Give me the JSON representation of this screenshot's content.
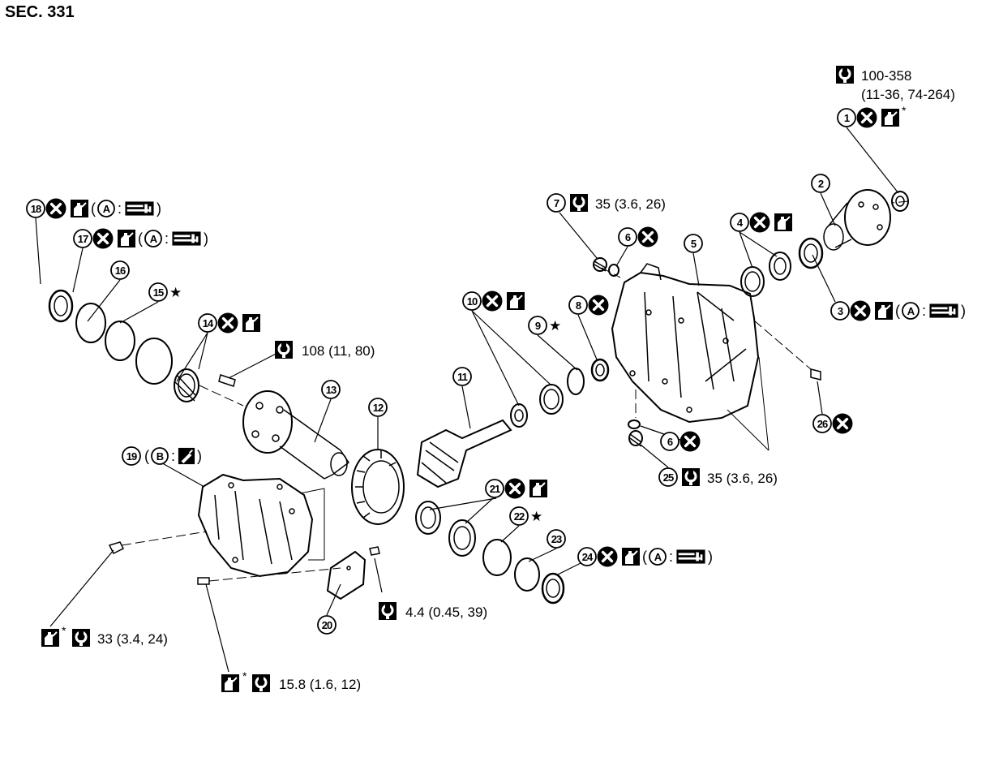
{
  "section_title": "SEC. 331",
  "icons": {
    "torque": "torque-wrench-icon",
    "do_not_reuse": "circle-x-icon",
    "lubricate": "oil-can-icon",
    "tool_a": "seal-drift-tool-icon",
    "sealant_b": "sealant-tube-icon"
  },
  "callouts": [
    {
      "number": "1",
      "do_not_reuse": true,
      "lubricate": true,
      "lube_asterisk": "*"
    },
    {
      "number": "2"
    },
    {
      "number": "3",
      "do_not_reuse": true,
      "lubricate": true,
      "tool_letter": "A"
    },
    {
      "number": "4",
      "do_not_reuse": true,
      "lubricate": true
    },
    {
      "number": "5"
    },
    {
      "number": "6",
      "do_not_reuse": true
    },
    {
      "number": "7",
      "torque": "35 (3.6, 26)"
    },
    {
      "number": "8",
      "do_not_reuse": true
    },
    {
      "number": "9",
      "star": "★"
    },
    {
      "number": "10",
      "do_not_reuse": true,
      "lubricate": true
    },
    {
      "number": "11"
    },
    {
      "number": "12"
    },
    {
      "number": "13"
    },
    {
      "number": "14",
      "do_not_reuse": true,
      "lubricate": true
    },
    {
      "number": "15",
      "star": "★"
    },
    {
      "number": "16"
    },
    {
      "number": "17",
      "do_not_reuse": true,
      "lubricate": true,
      "tool_letter": "A"
    },
    {
      "number": "18",
      "do_not_reuse": true,
      "lubricate": true,
      "tool_letter": "A"
    },
    {
      "number": "19",
      "sealant_letter": "B"
    },
    {
      "number": "20"
    },
    {
      "number": "21",
      "do_not_reuse": true,
      "lubricate": true
    },
    {
      "number": "22",
      "star": "★"
    },
    {
      "number": "23"
    },
    {
      "number": "24",
      "do_not_reuse": true,
      "lubricate": true,
      "tool_letter": "A"
    },
    {
      "number": "25",
      "torque": "35 (3.6, 26)"
    },
    {
      "number": "26",
      "do_not_reuse": true
    }
  ],
  "torques": {
    "companion_nut_line1": "100-358",
    "companion_nut_line2": "(11-36, 74-264)",
    "flange_bolt": "108 (11, 80)",
    "cover_bolt": "4.4 (0.45, 39)",
    "carrier_bolt": "33 (3.4, 24)",
    "mount_bolt": "15.8 (1.6, 12)"
  },
  "symbols": {
    "asterisk": "*",
    "star": "★",
    "colon": ":",
    "open_paren": "(",
    "close_paren": ")"
  }
}
